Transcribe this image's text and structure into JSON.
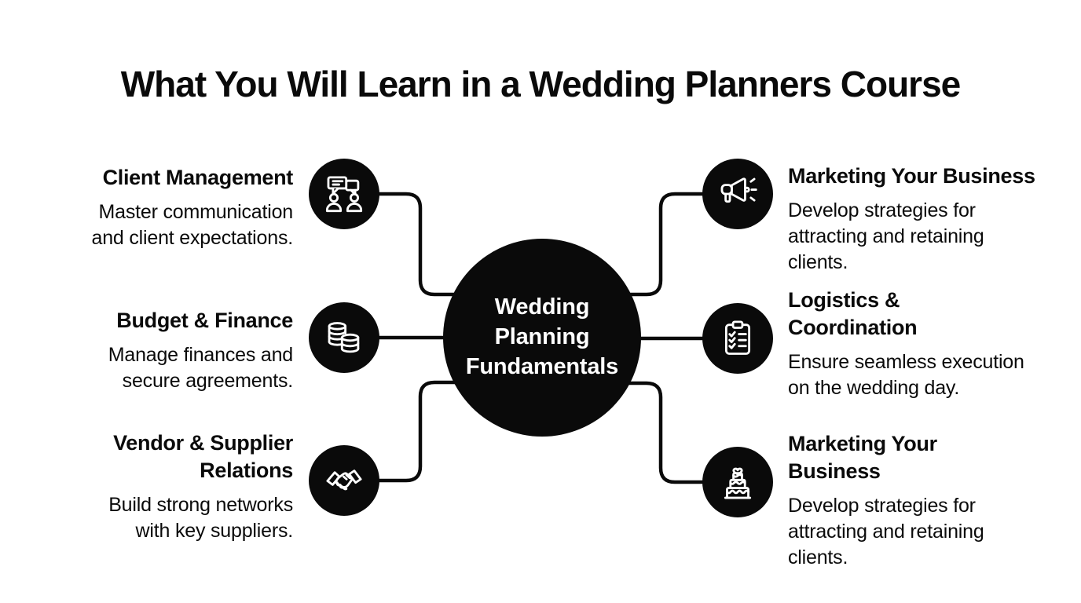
{
  "title": "What You Will Learn in a Wedding Planners Course",
  "center": {
    "label": "Wedding\nPlanning\nFundamentals"
  },
  "colors": {
    "background": "#ffffff",
    "node_fill": "#0a0a0a",
    "text": "#0a0a0a",
    "icon_stroke": "#ffffff"
  },
  "items_left": [
    {
      "title": "Client Management",
      "description": "Master communication\nand client expectations.",
      "icon": "chat-people-icon"
    },
    {
      "title": "Budget & Finance",
      "description": "Manage finances and\nsecure agreements.",
      "icon": "coins-icon"
    },
    {
      "title": "Vendor & Supplier\nRelations",
      "description": "Build strong networks\nwith key suppliers.",
      "icon": "handshake-icon"
    }
  ],
  "items_right": [
    {
      "title": "Marketing Your Business",
      "description": "Develop strategies for\nattracting and retaining\nclients.",
      "icon": "megaphone-icon"
    },
    {
      "title": "Logistics &\nCoordination",
      "description": "Ensure seamless execution\non the wedding day.",
      "icon": "clipboard-checklist-icon"
    },
    {
      "title": "Marketing Your\nBusiness",
      "description": "Develop strategies for\nattracting and retaining\nclients.",
      "icon": "wedding-cake-icon"
    }
  ]
}
